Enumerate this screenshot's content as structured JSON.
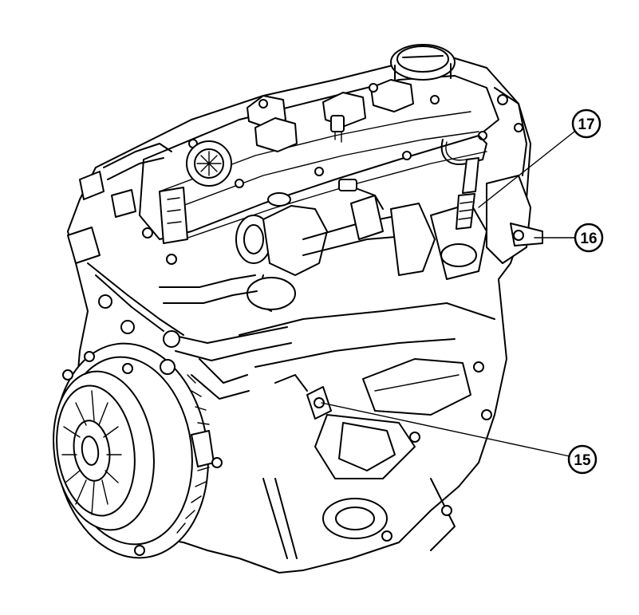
{
  "callouts": {
    "c17": {
      "label": "17",
      "color": "#000000"
    },
    "c16": {
      "label": "16",
      "color": "#000000"
    },
    "c15": {
      "label": "15",
      "color": "#000000"
    }
  }
}
